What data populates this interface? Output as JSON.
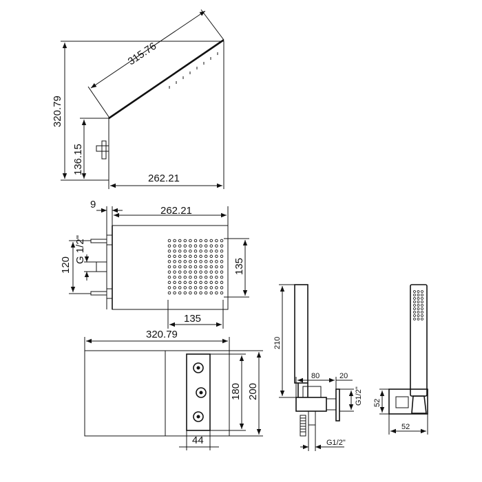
{
  "diagram": {
    "side_view": {
      "diag_length": "315.76",
      "total_height": "320.79",
      "arm_height": "136.15",
      "depth": "262.21"
    },
    "top_view": {
      "arm_offset": "9",
      "depth": "262.21",
      "connection": "G 1/2\"",
      "spacing": "120",
      "nozzle_height": "135",
      "nozzle_width": "135"
    },
    "front_view": {
      "width": "320.79",
      "inner_height": "180",
      "total_height": "200",
      "jets_width": "44"
    },
    "hand_shower_side": {
      "height": "210",
      "depth": "80",
      "body": "20",
      "thread": "G1/2\"",
      "outlet_thread": "G1/2\""
    },
    "hand_shower_front": {
      "bracket_height": "52",
      "bracket_width": "52"
    }
  }
}
